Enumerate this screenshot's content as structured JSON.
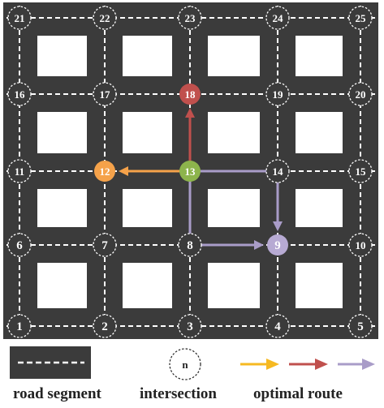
{
  "colors": {
    "road": "#3b3b3b",
    "dash": "#ffffff",
    "block": "#ffffff",
    "route_orange": "#f5a24a",
    "route_red": "#c0504d",
    "route_purple": "#a99cc8",
    "node_orange": "#f5a24a",
    "node_red": "#c0504d",
    "node_green": "#8db44c",
    "node_purple": "#b7aad3",
    "legend_arrow_yellow": "#f6b921"
  },
  "grid": {
    "rows_bottom_to_top": [
      [
        "1",
        "2",
        "3",
        "4",
        "5"
      ],
      [
        "6",
        "7",
        "8",
        "9",
        "10"
      ],
      [
        "11",
        "12",
        "13",
        "14",
        "15"
      ],
      [
        "16",
        "17",
        "18",
        "19",
        "20"
      ],
      [
        "21",
        "22",
        "23",
        "24",
        "25"
      ]
    ]
  },
  "highlighted_nodes": [
    {
      "id": "12",
      "color": "#f5a24a"
    },
    {
      "id": "13",
      "color": "#8db44c"
    },
    {
      "id": "18",
      "color": "#c0504d"
    },
    {
      "id": "9",
      "color": "#b7aad3"
    }
  ],
  "routes": [
    {
      "color": "#f5a24a",
      "path": [
        "13",
        "12"
      ]
    },
    {
      "color": "#c0504d",
      "path": [
        "13",
        "18"
      ]
    },
    {
      "color": "#a99cc8",
      "path": [
        "13",
        "14",
        "9"
      ]
    },
    {
      "color": "#a99cc8",
      "path": [
        "13",
        "8",
        "9"
      ]
    }
  ],
  "legend": {
    "road_segment": "road segment",
    "intersection_symbol": "n",
    "intersection": "intersection",
    "optimal_route": "optimal route"
  }
}
